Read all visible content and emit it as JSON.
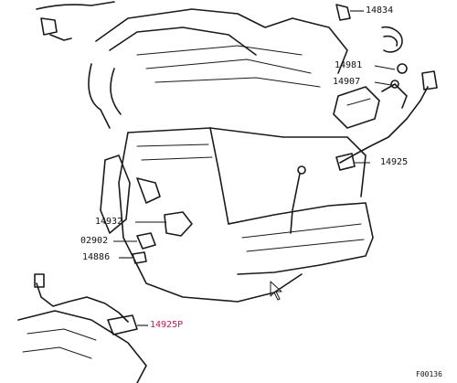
{
  "diagram": {
    "callouts": [
      {
        "id": "c14834",
        "text": "14834"
      },
      {
        "id": "c14981",
        "text": "14981"
      },
      {
        "id": "c14907",
        "text": "14907"
      },
      {
        "id": "c14925",
        "text": "14925"
      },
      {
        "id": "c14932",
        "text": "14932"
      },
      {
        "id": "c02902",
        "text": "02902"
      },
      {
        "id": "c14886",
        "text": "14886"
      },
      {
        "id": "c14925p",
        "text": "14925P"
      }
    ],
    "figure_code": "F00136"
  },
  "colors": {
    "line": "#1a1a1a",
    "highlight_text": "#c2185b",
    "background": "#ffffff"
  }
}
